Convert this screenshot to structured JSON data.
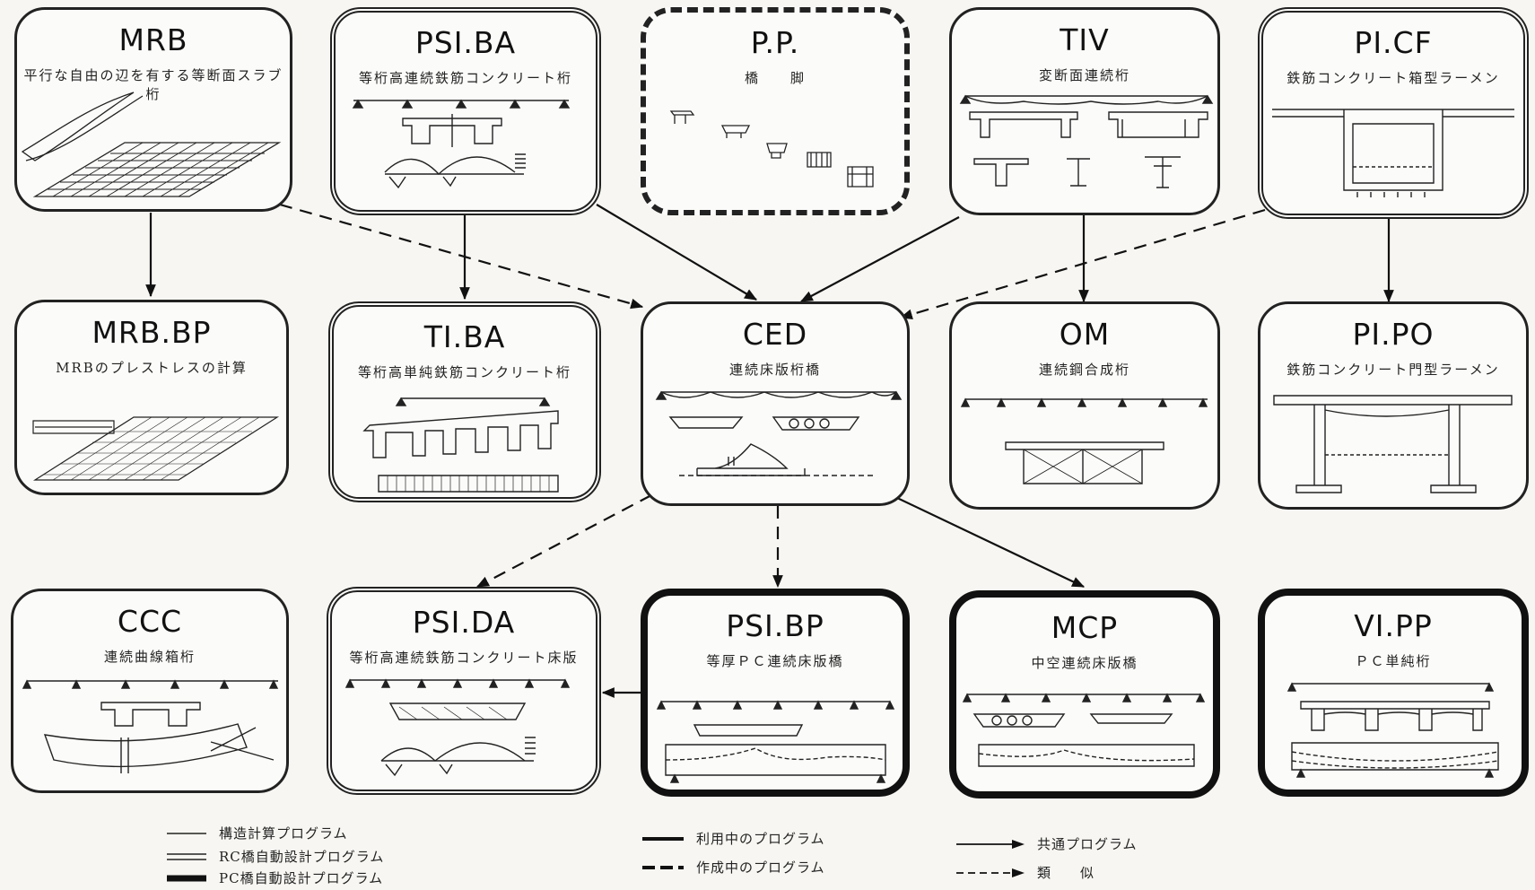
{
  "nodes": {
    "mrb": {
      "code": "MRB",
      "desc": "平行な自由の辺を有する等断面スラブ桁"
    },
    "psiba": {
      "code": "PSI.BA",
      "desc": "等桁高連続鉄筋コンクリート桁"
    },
    "pp": {
      "code": "P.P.",
      "desc": "橋　　脚"
    },
    "tiv": {
      "code": "TIV",
      "desc": "変断面連続桁"
    },
    "picf": {
      "code": "PI.CF",
      "desc": "鉄筋コンクリート箱型ラーメン"
    },
    "mrbbp": {
      "code": "MRB.BP",
      "desc": "MRBのプレストレスの計算"
    },
    "tiba": {
      "code": "TI.BA",
      "desc": "等桁高単純鉄筋コンクリート桁"
    },
    "ced": {
      "code": "CED",
      "desc": "連続床版桁橋"
    },
    "om": {
      "code": "OM",
      "desc": "連続鋼合成桁"
    },
    "pipo": {
      "code": "PI.PO",
      "desc": "鉄筋コンクリート門型ラーメン"
    },
    "ccc": {
      "code": "CCC",
      "desc": "連続曲線箱桁"
    },
    "psida": {
      "code": "PSI.DA",
      "desc": "等桁高連続鉄筋コンクリート床版"
    },
    "psibp": {
      "code": "PSI.BP",
      "desc": "等厚ＰＣ連続床版橋"
    },
    "mcp": {
      "code": "MCP",
      "desc": "中空連続床版橋"
    },
    "vipp": {
      "code": "VI.PP",
      "desc": "ＰＣ単純桁"
    }
  },
  "legend": {
    "structural": "構造計算プログラム",
    "rc_auto": "RC橋自動設計プログラム",
    "pc_auto": "PC橋自動設計プログラム",
    "in_use": "利用中のプログラム",
    "in_dev": "作成中のプログラム",
    "common": "共通プログラム",
    "similar": "類　　似"
  }
}
